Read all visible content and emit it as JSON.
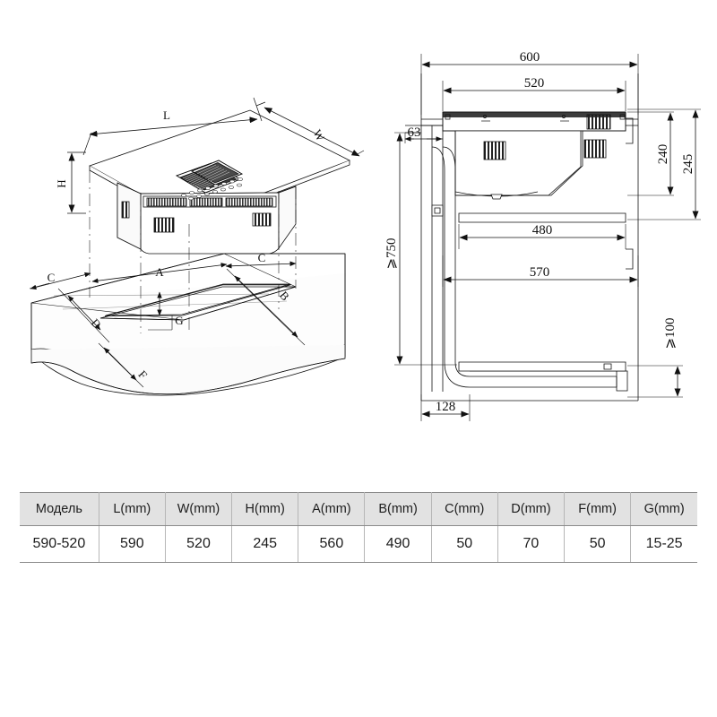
{
  "document": {
    "type": "technical-installation-drawing",
    "subject": "built-in cooktop with downdraft extractor"
  },
  "isometric_view": {
    "name": "appliance-isometric-view",
    "labels": {
      "length": "L",
      "width": "W",
      "height": "H"
    }
  },
  "countertop_view": {
    "name": "countertop-cutout-view",
    "labels": {
      "cutout_length": "A",
      "cutout_width": "B",
      "edge_left": "C",
      "edge_right": "C",
      "front_offset": "D",
      "rear_offset": "F",
      "thickness": "G"
    }
  },
  "section_view": {
    "name": "cabinet-section-view",
    "dimensions": {
      "cabinet_width": "600",
      "appliance_width": "520",
      "side_clearance": "63",
      "body_height": "240",
      "total_height": "245",
      "shelf_depth": "480",
      "cabinet_inner": "570",
      "min_worktop_height": "⩾750",
      "min_base_clearance": "⩾100",
      "duct_offset": "128"
    }
  },
  "spec_table": {
    "name": "dimensions-table",
    "headers": [
      "Модель",
      "L(mm)",
      "W(mm)",
      "H(mm)",
      "A(mm)",
      "B(mm)",
      "C(mm)",
      "D(mm)",
      "F(mm)",
      "G(mm)"
    ],
    "rows": [
      [
        "590-520",
        "590",
        "520",
        "245",
        "560",
        "490",
        "50",
        "70",
        "50",
        "15-25"
      ]
    ]
  },
  "colors": {
    "line": "#111111",
    "header_bg": "#e2e2e2",
    "border": "#8a8a8a",
    "background": "#ffffff"
  }
}
